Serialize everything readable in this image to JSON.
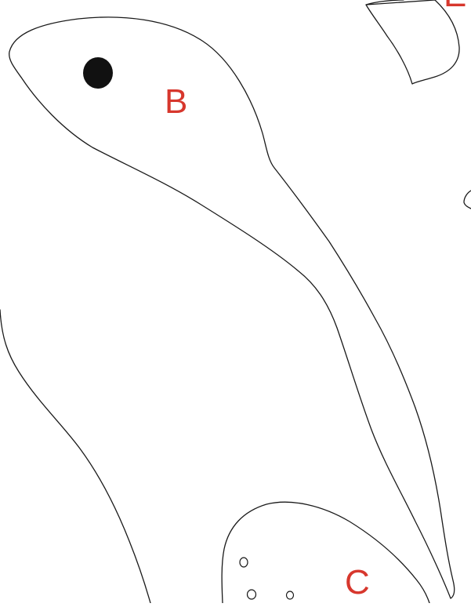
{
  "labels": {
    "b": "B",
    "c": "C",
    "e": "E"
  },
  "colors": {
    "label": "#d7372d",
    "outline": "#1a1a1a",
    "spot": "#111111",
    "background": "#ffffff"
  }
}
